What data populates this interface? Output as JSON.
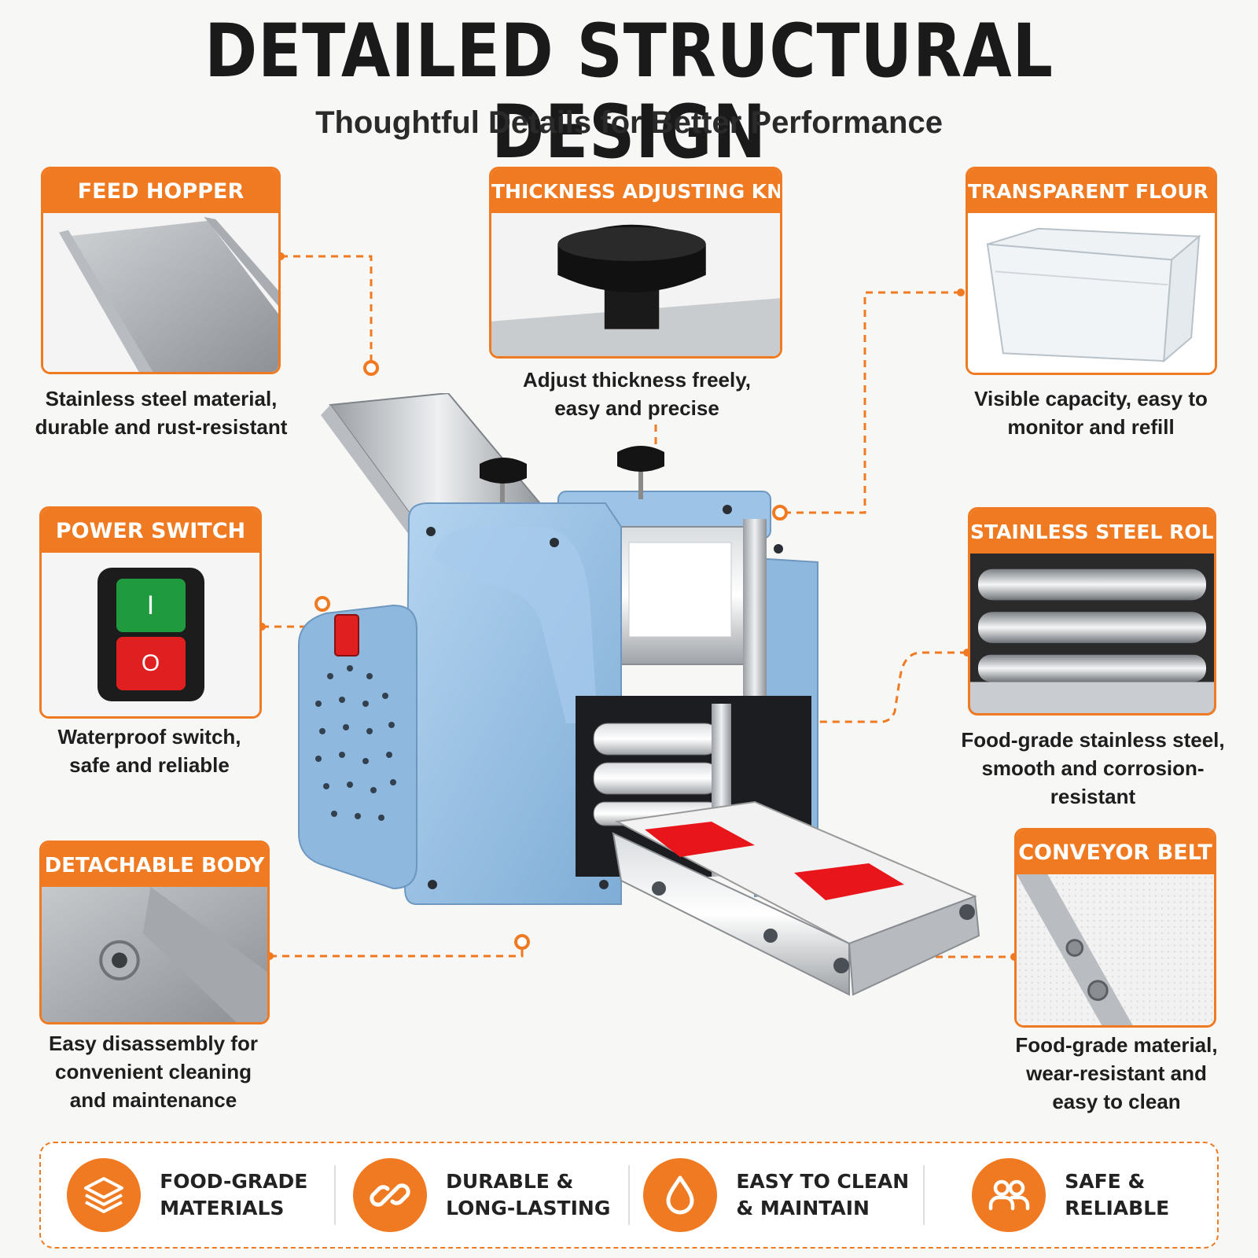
{
  "header": {
    "title": "DETAILED STRUCTURAL DESIGN",
    "subtitle": "Thoughtful Details for Better Performance"
  },
  "features": {
    "feed_hopper": {
      "title": "FEED HOPPER",
      "desc": [
        "Stainless steel material,",
        "durable and rust-resistant"
      ]
    },
    "thickness_knob": {
      "title": "THICKNESS ADJUSTING KNOB",
      "desc": [
        "Adjust thickness freely,",
        "easy and precise"
      ]
    },
    "flour_box": {
      "title": "TRANSPARENT FLOUR BOX",
      "desc": [
        "Visible capacity, easy to",
        "monitor and refill"
      ]
    },
    "power_switch": {
      "title": "POWER SWITCH",
      "desc": [
        "Waterproof switch,",
        "safe and reliable"
      ],
      "on_symbol": "I",
      "off_symbol": "O"
    },
    "rollers": {
      "title": "STAINLESS STEEL ROLLERS",
      "desc": [
        "Food-grade stainless steel,",
        "smooth and corrosion-resistant"
      ]
    },
    "detachable_body": {
      "title": "DETACHABLE BODY",
      "desc": [
        "Easy disassembly for",
        "convenient cleaning",
        "and maintenance"
      ]
    },
    "conveyor_belt": {
      "title": "CONVEYOR BELT",
      "desc": [
        "Food-grade material,",
        "wear-resistant and",
        "easy to clean"
      ]
    }
  },
  "badges": [
    {
      "icon": "layers-icon",
      "line1": "FOOD-GRADE",
      "line2": "MATERIALS"
    },
    {
      "icon": "link-icon",
      "line1": "DURABLE &",
      "line2": "LONG-LASTING"
    },
    {
      "icon": "water-drop-icon",
      "line1": "EASY TO CLEAN",
      "line2": "& MAINTAIN"
    },
    {
      "icon": "users-icon",
      "line1": "SAFE &",
      "line2": "RELIABLE"
    }
  ],
  "colors": {
    "accent": "#f07a22",
    "machine_body": "#9cc3e6",
    "switch_on": "#1f9a3f",
    "switch_off": "#e02020",
    "belt_mark": "#e8161b"
  }
}
